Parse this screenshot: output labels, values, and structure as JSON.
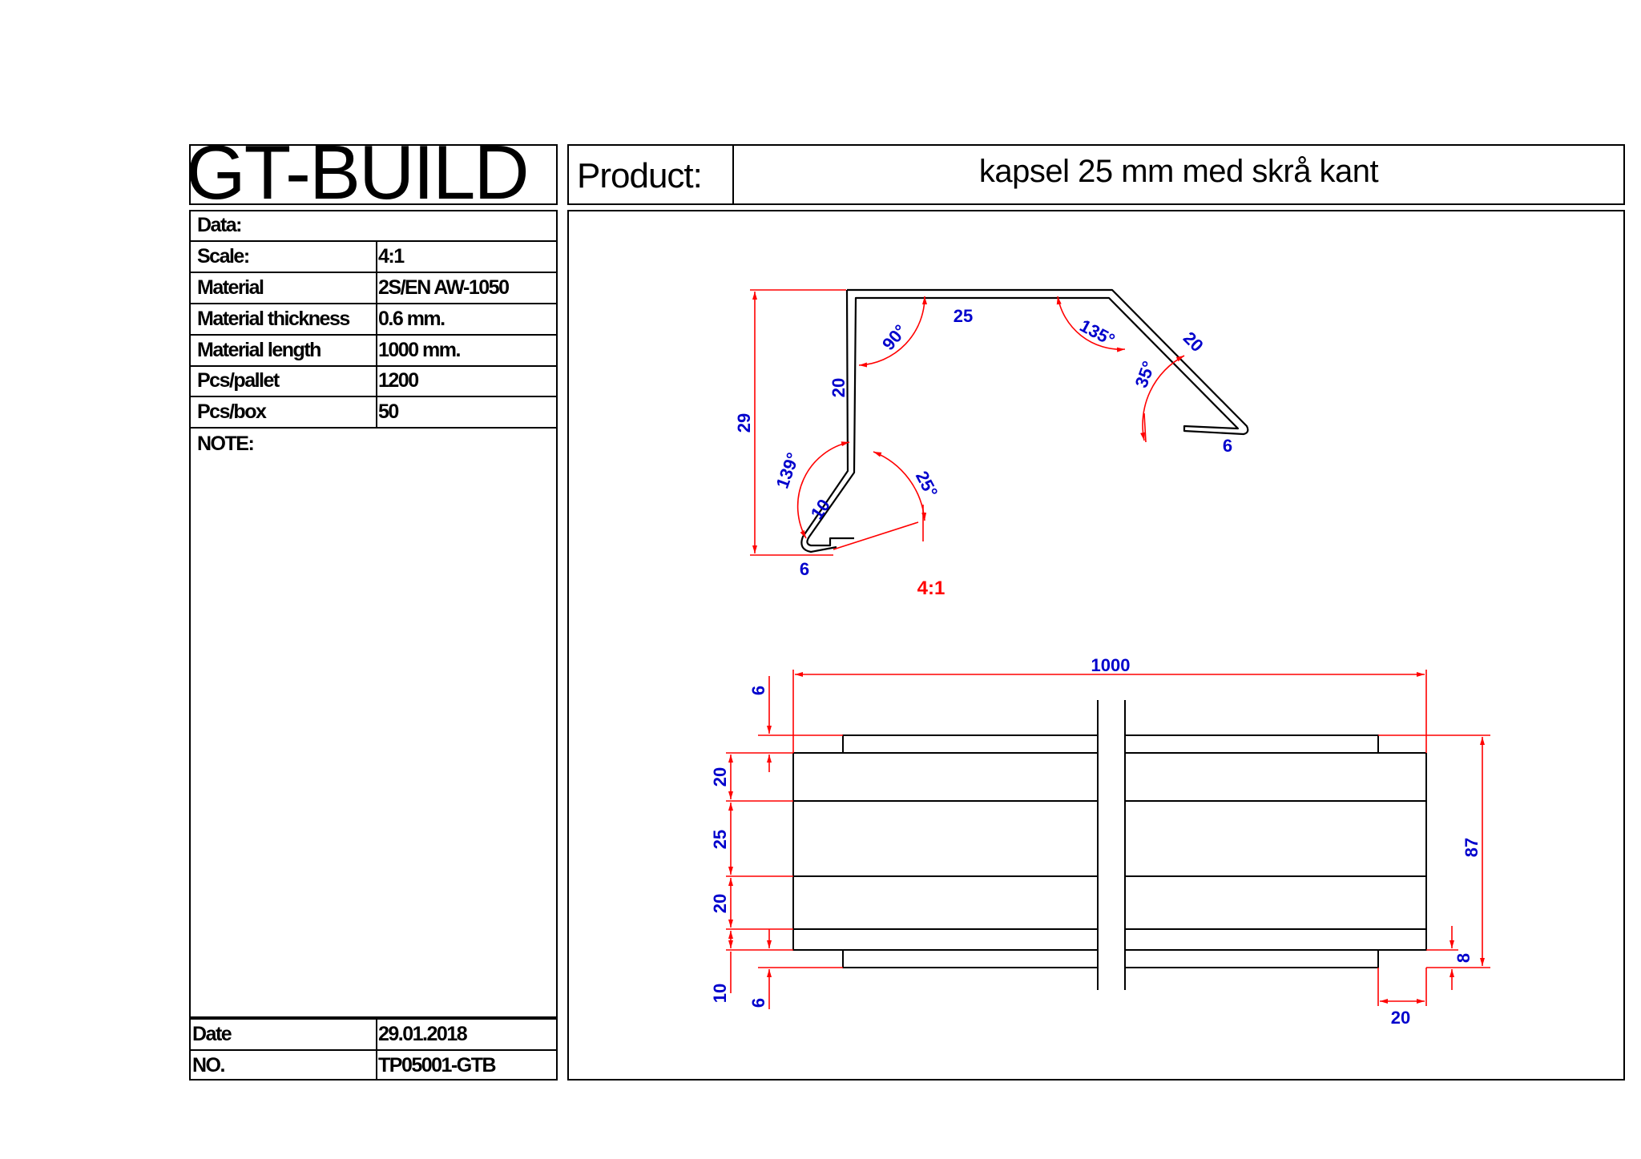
{
  "title_block": {
    "company": "GT-BUILD",
    "data_label": "Data:",
    "rows": [
      {
        "label": "Scale:",
        "value": "4:1"
      },
      {
        "label": "Material",
        "value": "2S/EN AW-1050"
      },
      {
        "label": "Material thickness",
        "value": "0.6 mm."
      },
      {
        "label": "Material length",
        "value": "1000 mm."
      },
      {
        "label": "Pcs/pallet",
        "value": "1200"
      },
      {
        "label": "Pcs/box",
        "value": "50"
      }
    ],
    "note_label": "NOTE:",
    "date_label": "Date",
    "date_value": "29.01.2018",
    "no_label": "NO.",
    "no_value": "TP05001-GTB"
  },
  "product": {
    "label": "Product:",
    "name": "kapsel 25 mm med skrå kant"
  },
  "drawing": {
    "colors": {
      "dim_line": "#ff0000",
      "dim_text": "#0000cc",
      "outline": "#000000"
    },
    "section_dims": {
      "height_29": "29",
      "top_25": "25",
      "side_20": "20",
      "bevel_20": "20",
      "hem_6_right": "6",
      "hem_6_left": "6",
      "hem_10": "10",
      "angle_90": "90°",
      "angle_135": "135°",
      "angle_35": "35°",
      "angle_139": "139°",
      "angle_25": "25°"
    },
    "scale_label": "4:1",
    "plan_dims": {
      "length": "1000",
      "top_6": "6",
      "d20_a": "20",
      "d25": "25",
      "d20_b": "20",
      "d10": "10",
      "bottom_6": "6",
      "total_87": "87",
      "right_8": "8",
      "end_20": "20"
    }
  }
}
